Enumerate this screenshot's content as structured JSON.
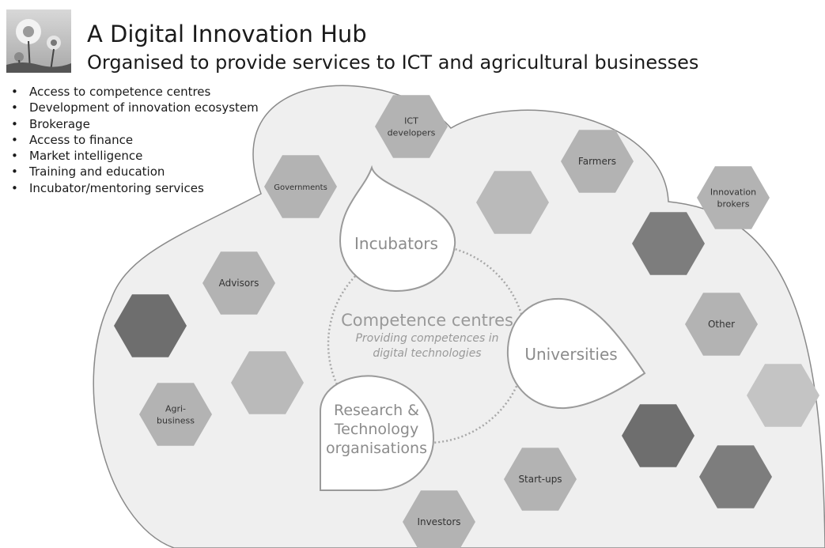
{
  "header": {
    "title": "A Digital Innovation Hub",
    "subtitle": "Organised to provide services to ICT and agricultural businesses",
    "logo_icon": "flower-field-logo"
  },
  "services": [
    "Access to competence centres",
    "Development of innovation ecosystem",
    "Brokerage",
    "Access to finance",
    "Market intelligence",
    "Training and education",
    "Incubator/mentoring services"
  ],
  "hexagons": [
    {
      "label": [
        "ICT",
        "developers"
      ],
      "shade": "#b3b3b3"
    },
    {
      "label": [
        "Farmers"
      ],
      "shade": "#b3b3b3"
    },
    {
      "label": [
        "Governments"
      ],
      "shade": "#b3b3b3"
    },
    {
      "label": [],
      "shade": "#bababa"
    },
    {
      "label": [
        "Innovation",
        "brokers"
      ],
      "shade": "#b3b3b3"
    },
    {
      "label": [],
      "shade": "#7d7d7d"
    },
    {
      "label": [
        "Advisors"
      ],
      "shade": "#b3b3b3"
    },
    {
      "label": [],
      "shade": "#6e6e6e"
    },
    {
      "label": [
        "Other"
      ],
      "shade": "#b3b3b3"
    },
    {
      "label": [],
      "shade": "#bababa"
    },
    {
      "label": [
        "Agri-",
        "business"
      ],
      "shade": "#b3b3b3"
    },
    {
      "label": [],
      "shade": "#c4c4c4"
    },
    {
      "label": [],
      "shade": "#6e6e6e"
    },
    {
      "label": [],
      "shade": "#7d7d7d"
    },
    {
      "label": [
        "Start-ups"
      ],
      "shade": "#b3b3b3"
    },
    {
      "label": [
        "Investors"
      ],
      "shade": "#b3b3b3"
    }
  ],
  "hub": {
    "title": "Competence centres",
    "description": [
      "Providing competences in",
      "digital technologies"
    ]
  },
  "drops": [
    {
      "label": [
        "Incubators"
      ]
    },
    {
      "label": [
        "Universities"
      ]
    },
    {
      "label": [
        "Research &",
        "Technology",
        "organisations"
      ]
    }
  ],
  "colors": {
    "cloud_fill": "#efefef",
    "cloud_stroke": "#8a8a8a",
    "hub_text": "#999999",
    "hex_text": "#333333",
    "drop_text": "#8c8c8c"
  }
}
